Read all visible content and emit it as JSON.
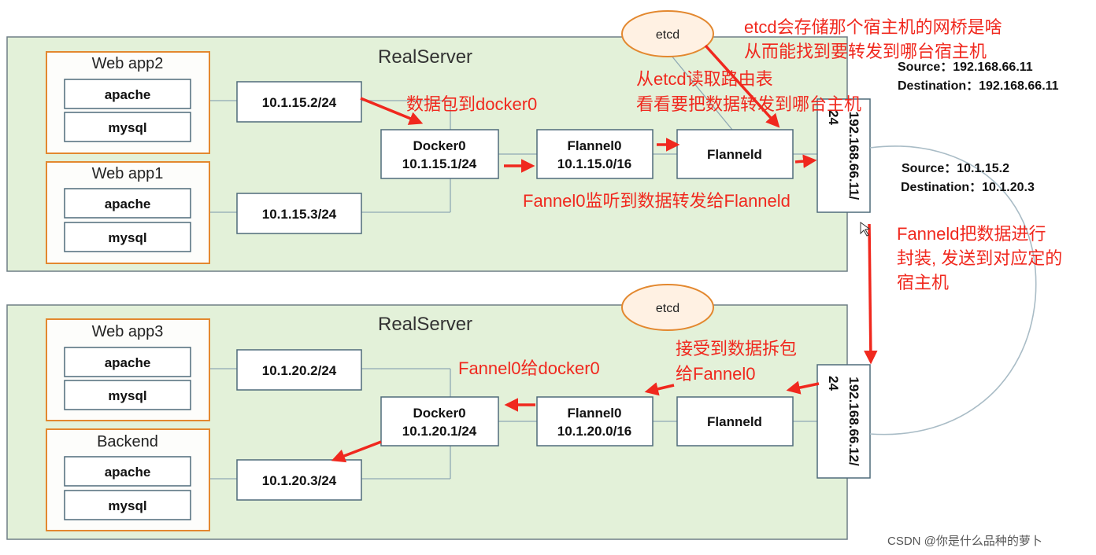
{
  "colors": {
    "server_fill": "#e3f1d9",
    "server_stroke": "#6f7f86",
    "app_border": "#e3882f",
    "node_stroke": "#4f6b7a",
    "annotation_red": "#f0281e",
    "etcd_fill": "#fff1e3",
    "etcd_stroke": "#e3882f"
  },
  "servers": [
    {
      "title": "RealServer",
      "etcd": "etcd",
      "apps": [
        {
          "title": "Web app2",
          "items": [
            "apache",
            "mysql"
          ]
        },
        {
          "title": "Web app1",
          "items": [
            "apache",
            "mysql"
          ]
        }
      ],
      "containers": [
        "10.1.15.2/24",
        "10.1.15.3/24"
      ],
      "docker0": {
        "name": "Docker0",
        "ip": "10.1.15.1/24"
      },
      "flannel0": {
        "name": "Flannel0",
        "ip": "10.1.15.0/16"
      },
      "flanneld": "Flanneld",
      "host_ip_lines": [
        "192.168.66.11/",
        "24"
      ]
    },
    {
      "title": "RealServer",
      "etcd": "etcd",
      "apps": [
        {
          "title": "Web app3",
          "items": [
            "apache",
            "mysql"
          ]
        },
        {
          "title": "Backend",
          "items": [
            "apache",
            "mysql"
          ]
        }
      ],
      "containers": [
        "10.1.20.2/24",
        "10.1.20.3/24"
      ],
      "docker0": {
        "name": "Docker0",
        "ip": "10.1.20.1/24"
      },
      "flannel0": {
        "name": "Flannel0",
        "ip": "10.1.20.0/16"
      },
      "flanneld": "Flanneld",
      "host_ip_lines": [
        "192.168.66.12/",
        "24"
      ]
    }
  ],
  "packet_info": {
    "outer": [
      "Source：192.168.66.11",
      "Destination：192.168.66.11"
    ],
    "inner": [
      "Source：10.1.15.2",
      "Destination：10.1.20.3"
    ]
  },
  "annotations": {
    "etcd_note": [
      "etcd会存储那个宿主机的网桥是啥",
      "从而能找到要转发到哪台宿主机"
    ],
    "route_note": [
      "从etcd读取路由表",
      "看看要把数据转发到哪台主机"
    ],
    "to_docker0": "数据包到docker0",
    "flannel0_listen": "Fannel0监听到数据转发给Flanneld",
    "encapsulate": [
      "Fanneld把数据进行",
      "封装, 发送到对应定的",
      "宿主机"
    ],
    "unpack": [
      "接受到数据拆包",
      "给Fannel0"
    ],
    "to_docker0_dest": "Fannel0给docker0"
  },
  "watermark": "CSDN @你是什么品种的萝卜"
}
